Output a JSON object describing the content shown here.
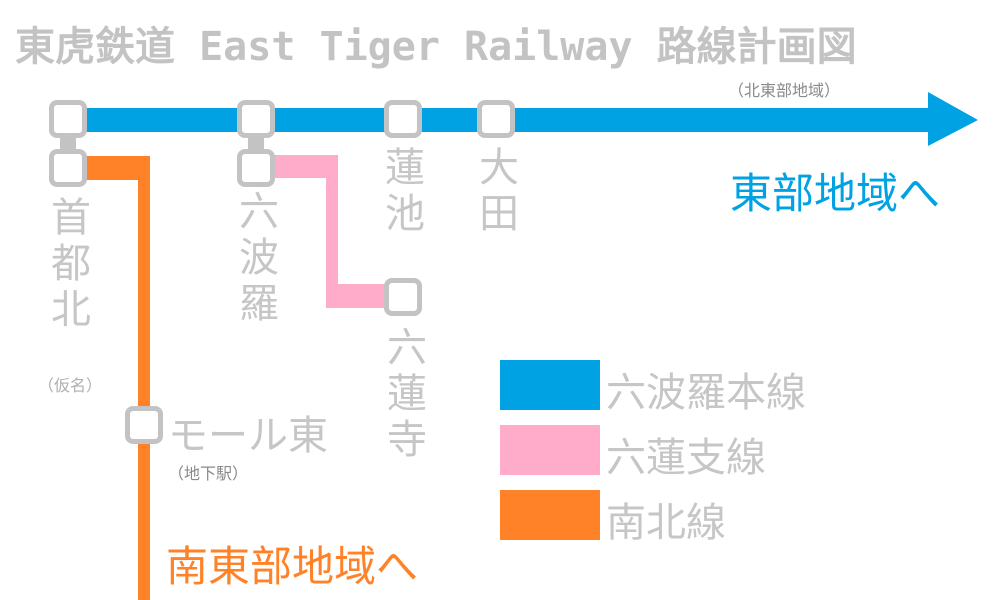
{
  "title": "東虎鉄道 East Tiger Railway 路線計画図",
  "subtitle": "（北東部地域）",
  "colors": {
    "rokuharaLine": "#00a2e4",
    "rokurenBranch": "#ffaccb",
    "nambokuLine": "#ff8228",
    "station": "#c3c3c3",
    "label": "#c6c6c6"
  },
  "stations": {
    "shutokita": {
      "name": "首都北",
      "note": "（仮名）"
    },
    "rokuhara": {
      "name": "六波羅"
    },
    "hasuike": {
      "name": "蓮池"
    },
    "ota": {
      "name": "大田"
    },
    "rokurenji": {
      "name": "六蓮寺"
    },
    "mallHigashi": {
      "name": "モール東",
      "note": "（地下駅）"
    }
  },
  "destinations": {
    "east": "東部地域へ",
    "southeast": "南東部地域へ"
  },
  "legend": [
    {
      "label": "六波羅本線",
      "color": "#00a2e4"
    },
    {
      "label": "六蓮支線",
      "color": "#ffaccb"
    },
    {
      "label": "南北線",
      "color": "#ff8228"
    }
  ]
}
